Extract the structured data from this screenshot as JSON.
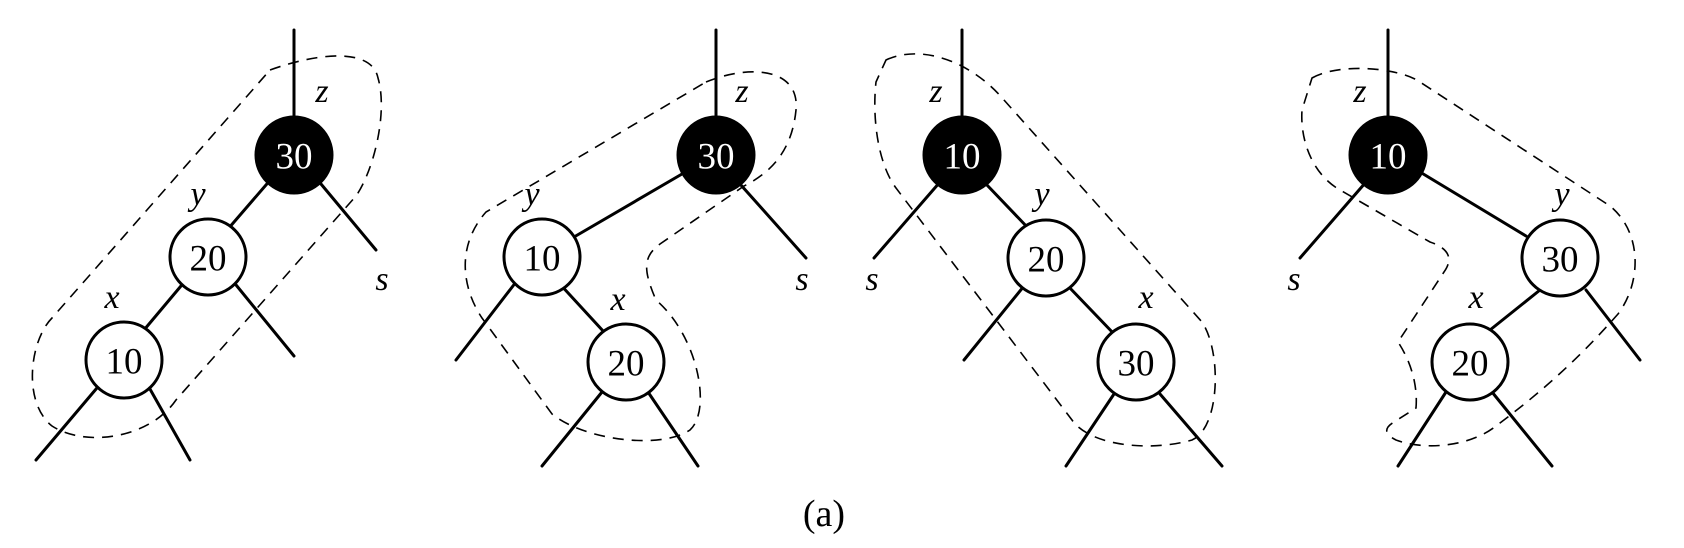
{
  "caption": "(a)",
  "trees": [
    {
      "nodes": {
        "z": {
          "key": "30",
          "color": "black"
        },
        "y": {
          "key": "20",
          "color": "white"
        },
        "x": {
          "key": "10",
          "color": "white"
        }
      },
      "labels": {
        "z": "z",
        "y": "y",
        "x": "x",
        "s": "s"
      }
    },
    {
      "nodes": {
        "z": {
          "key": "30",
          "color": "black"
        },
        "y": {
          "key": "10",
          "color": "white"
        },
        "x": {
          "key": "20",
          "color": "white"
        }
      },
      "labels": {
        "z": "z",
        "y": "y",
        "x": "x",
        "s": "s"
      }
    },
    {
      "nodes": {
        "z": {
          "key": "10",
          "color": "black"
        },
        "y": {
          "key": "20",
          "color": "white"
        },
        "x": {
          "key": "30",
          "color": "white"
        }
      },
      "labels": {
        "z": "z",
        "y": "y",
        "x": "x",
        "s": "s"
      }
    },
    {
      "nodes": {
        "z": {
          "key": "10",
          "color": "black"
        },
        "y": {
          "key": "30",
          "color": "white"
        },
        "x": {
          "key": "20",
          "color": "white"
        }
      },
      "labels": {
        "z": "z",
        "y": "y",
        "x": "x",
        "s": "s"
      }
    }
  ]
}
